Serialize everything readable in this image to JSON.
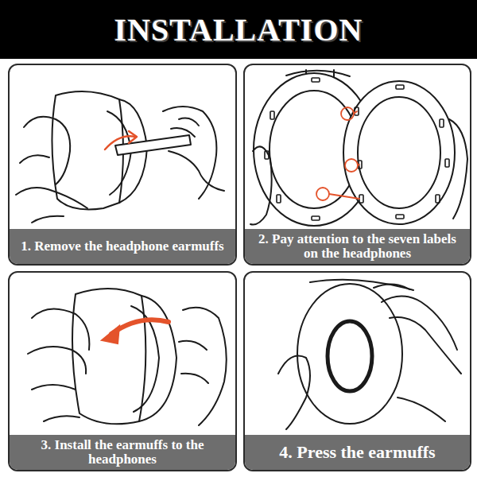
{
  "diagram": {
    "title": "INSTALLATION",
    "nodes": [
      {
        "text": [
          "1. Remove the headphone earmuffs"
        ]
      },
      {
        "text": [
          "2. Pay attention to the seven labels on the headphones"
        ]
      },
      {
        "text": [
          "3. Install the earmuffs to the headphones"
        ]
      },
      {
        "text": [
          "4. Press the earmuffs"
        ]
      }
    ]
  }
}
